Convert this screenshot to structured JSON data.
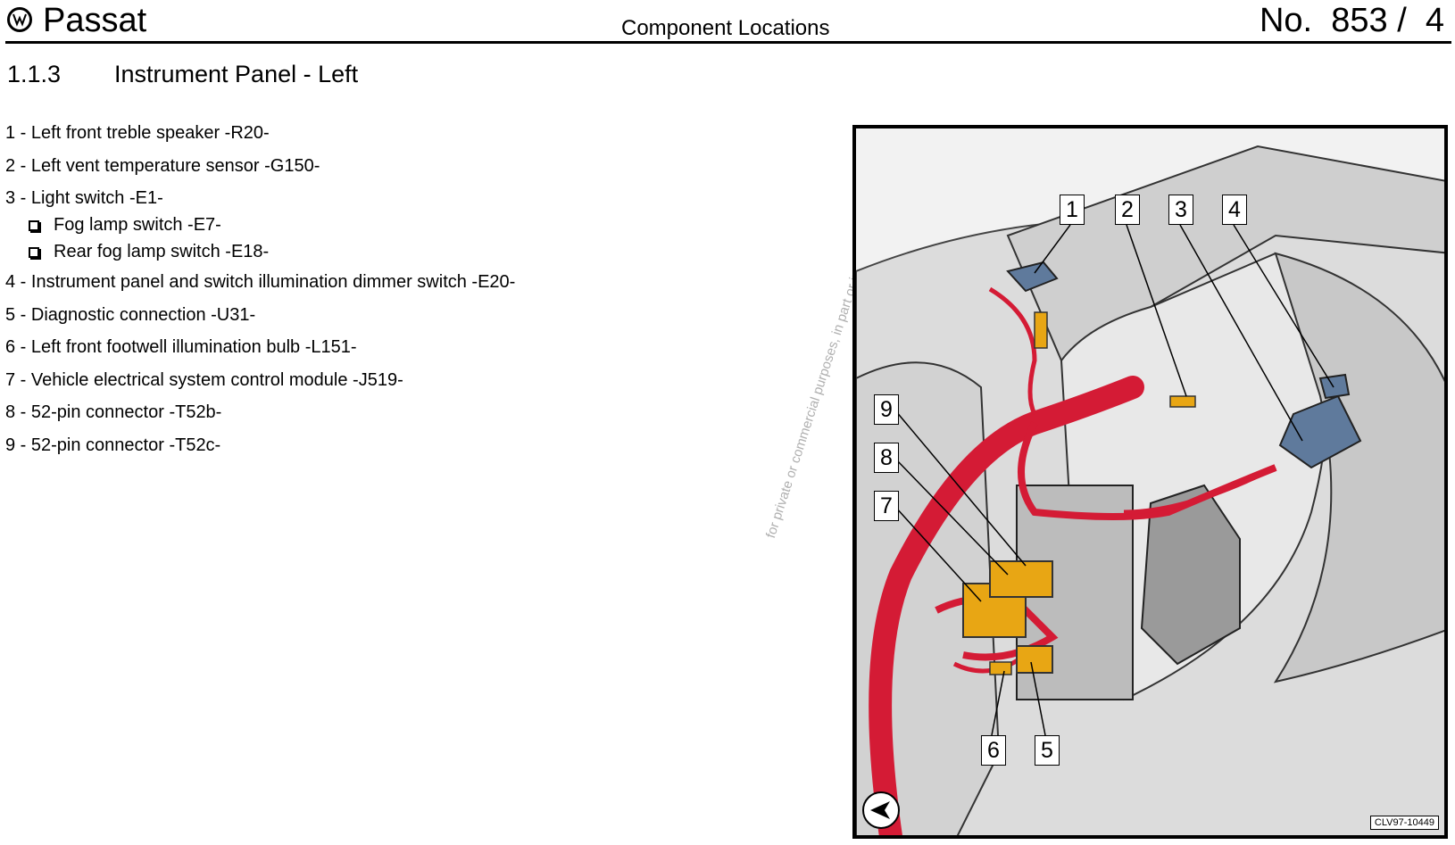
{
  "header": {
    "brand": "Passat",
    "title": "Component Locations",
    "doc_no": "No.  853 /  4"
  },
  "section": {
    "number": "1.1.3",
    "title": "Instrument Panel - Left"
  },
  "items": [
    "1 - Left front treble speaker -R20-",
    "2 - Left vent temperature sensor -G150-",
    "3 - Light switch -E1-",
    "4 - Instrument panel and switch illumination dimmer switch -E20-",
    "5 - Diagnostic connection -U31-",
    "6 - Left front footwell illumination bulb -L151-",
    "7 - Vehicle electrical system control module -J519-",
    "8 - 52-pin connector -T52b-",
    "9 - 52-pin connector -T52c-"
  ],
  "subitems": [
    "Fog lamp switch -E7-",
    "Rear fog lamp switch -E18-"
  ],
  "watermark": "for private or commercial purposes, in part or in whole, is not permitted u",
  "figure": {
    "callouts": [
      "1",
      "2",
      "3",
      "4",
      "5",
      "6",
      "7",
      "8",
      "9"
    ],
    "ref_code": "CLV97-10449",
    "icons": [
      "vw-logo",
      "view-direction-arrow-icon",
      "checkbox-bullet-icon"
    ],
    "colors": {
      "harness": "#d41b35",
      "connector": "#e8a614",
      "sensor": "#5f7a9c",
      "panel": "#d9d9d9"
    }
  }
}
